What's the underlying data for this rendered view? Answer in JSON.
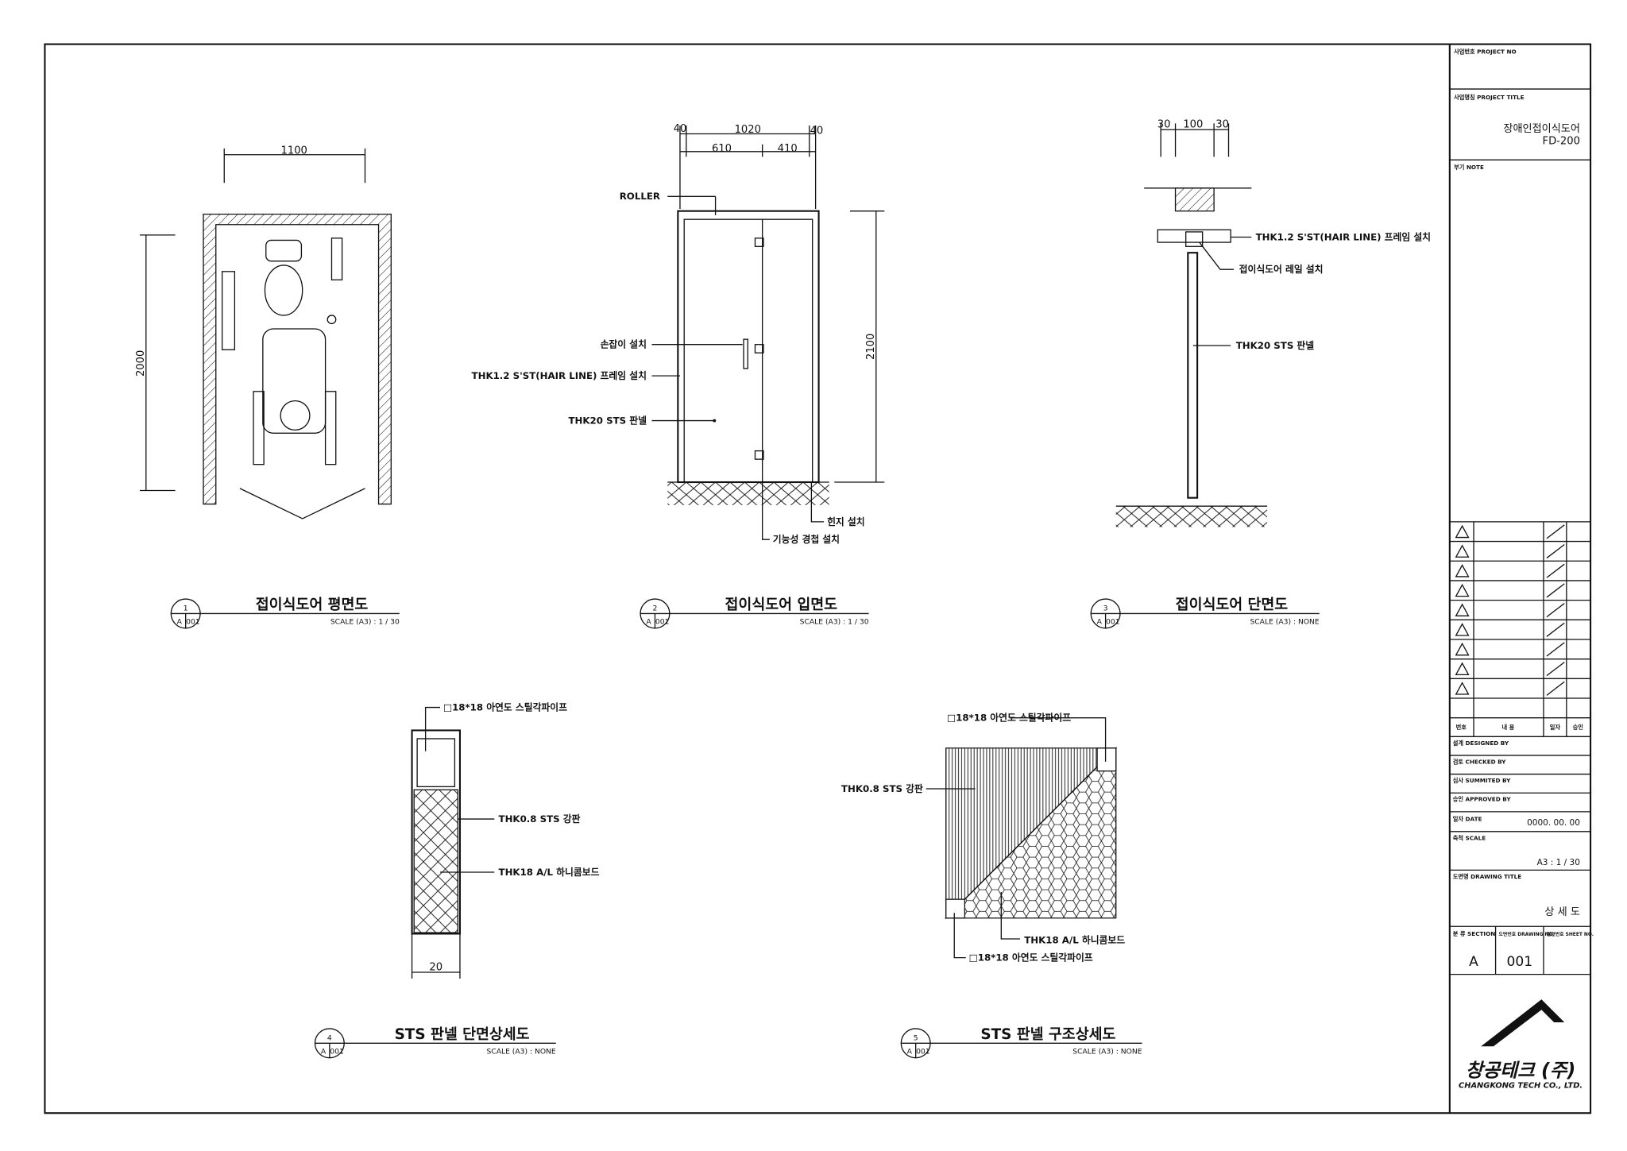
{
  "title_block": {
    "project_no_label": "사업번호 PROJECT NO",
    "project_title_label": "사업명칭 PROJECT TITLE",
    "project_title_line1": "장애인접이식도어",
    "project_title_line2": "FD-200",
    "note_label": "부기 NOTE",
    "rev_headers": [
      "번호",
      "내     용",
      "일자",
      "승인"
    ],
    "designed_by": "설계 DESIGNED BY",
    "checked_by": "검토 CHECKED BY",
    "summited_by": "심사 SUMMITED BY",
    "approved_by": "승인 APPROVED BY",
    "date_label": "일자 DATE",
    "date_value": "0000. 00. 00",
    "scale_label": "축척 SCALE",
    "scale_value": "A3 : 1 / 30",
    "drawing_title_label": "도면명 DRAWING TITLE",
    "drawing_title_value": "상 세 도",
    "section_label": "분 류 SECTION",
    "drawing_no_label": "도면번호 DRAWING NO.",
    "sheet_no_label": "일련번호 SHEET NO.",
    "section_value": "A",
    "drawing_no_value": "001",
    "company_ko": "창공테크 (주)",
    "company_en": "CHANGKONG TECH CO., LTD."
  },
  "views": [
    {
      "num": "1",
      "ref": "A",
      "sheet": "001",
      "title": "접이식도어 평면도",
      "scale": "SCALE (A3) : 1 / 30"
    },
    {
      "num": "2",
      "ref": "A",
      "sheet": "001",
      "title": "접이식도어 입면도",
      "scale": "SCALE (A3) : 1 / 30"
    },
    {
      "num": "3",
      "ref": "A",
      "sheet": "001",
      "title": "접이식도어 단면도",
      "scale": "SCALE (A3) : NONE"
    },
    {
      "num": "4",
      "ref": "A",
      "sheet": "001",
      "title": "STS 판넬 단면상세도",
      "scale": "SCALE (A3) : NONE"
    },
    {
      "num": "5",
      "ref": "A",
      "sheet": "001",
      "title": "STS 판넬 구조상세도",
      "scale": "SCALE (A3) : NONE"
    }
  ],
  "plan": {
    "dim_width": "1100",
    "dim_height": "2000"
  },
  "elevation": {
    "dims": [
      "40",
      "1020",
      "40",
      "610",
      "410",
      "2100"
    ],
    "labels": [
      "ROLLER",
      "손잡이 설치",
      "THK1.2 S'ST(HAIR LINE) 프레임 설치",
      "THK20 STS 판넬",
      "힌지 설치",
      "기능성 경첩 설치"
    ]
  },
  "section": {
    "dims": [
      "30",
      "100",
      "30"
    ],
    "labels": [
      "THK1.2 S'ST(HAIR LINE) 프레임 설치",
      "접이식도어 레일 설치",
      "THK20 STS 판넬"
    ]
  },
  "detail4": {
    "labels": [
      "□18*18 아연도 스틸각파이프",
      "THK0.8 STS 강판",
      "THK18 A/L 하니콤보드"
    ],
    "dim": "20"
  },
  "detail5": {
    "labels": [
      "□18*18 아연도 스틸각파이프",
      "THK0.8 STS 강판",
      "THK18 A/L 하니콤보드",
      "□18*18 아연도 스틸각파이프"
    ]
  }
}
